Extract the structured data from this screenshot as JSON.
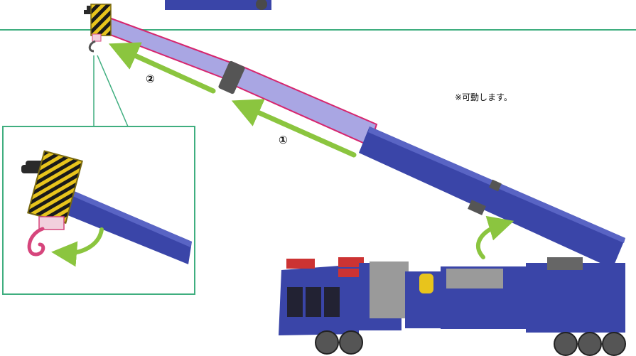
{
  "labels": {
    "step_1": "①",
    "step_2": "②",
    "note": "※可動します。"
  },
  "colors": {
    "guide_line": "#3fae7f",
    "arrow": "#8bc53f",
    "truck_blue": "#3a45a8",
    "boom_extension": "#a9a6e3",
    "boom_outline": "#d6266e",
    "hazard_yellow": "#e8c41c",
    "hook_pink": "#d6457c"
  },
  "icons": {
    "hook_block": "crane-hook-block-icon",
    "motion_arrow": "curved-arrow-icon"
  }
}
